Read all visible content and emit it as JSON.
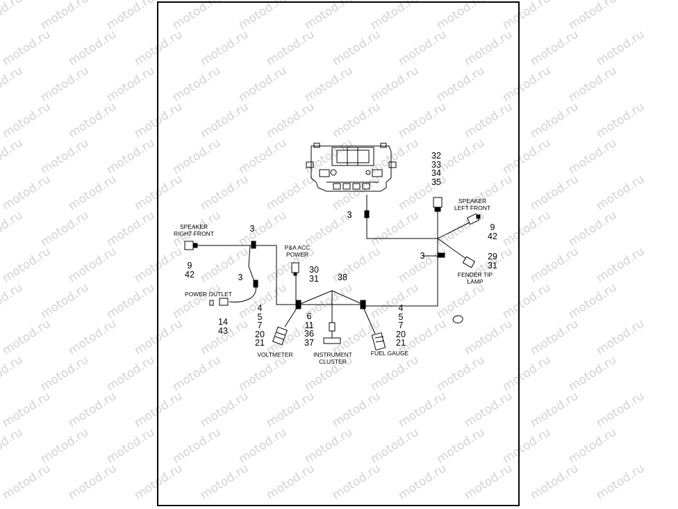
{
  "watermark": "motod.ru",
  "labels": {
    "speaker_right_front": "SPEAKER\nRIGHT FRONT",
    "speaker_left_front": "SPEAKER\nLEFT FRONT",
    "pa_acc_power": "P&A ACC\nPOWER",
    "power_outlet": "POWER OUTLET",
    "voltmeter": "VOLTMETER",
    "instrument_cluster": "INSTRUMENT\nCLUSTER",
    "fuel_gauge": "FUEL GAUGE",
    "fender_tip_lamp": "FENDER TIP\nLAMP"
  },
  "callouts": {
    "top_connector": "32\n33\n34\n35",
    "clip_under_bracket": "3",
    "clip_right_front": "3",
    "clip_left_vertical": "3",
    "clip_right_side": "3",
    "speaker_right": "9\n42",
    "speaker_left": "9\n42",
    "pa_acc": "30\n31",
    "harness_38": "38",
    "fender_tip": "29\n31",
    "power_outlet": "14\n43",
    "voltmeter": "4\n5\n7\n20\n21",
    "instrument_cluster": "6\n11\n36\n37",
    "fuel_gauge": "4\n5\n7\n20\n21"
  }
}
